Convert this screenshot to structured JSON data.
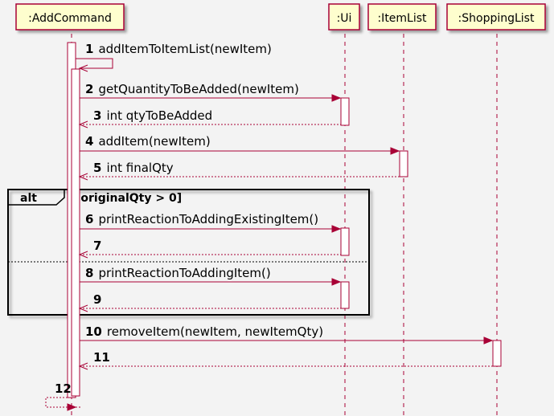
{
  "participants": [
    {
      "id": "add",
      "name": ":AddCommand"
    },
    {
      "id": "ui",
      "name": ":Ui"
    },
    {
      "id": "itemlist",
      "name": ":ItemList"
    },
    {
      "id": "shopping",
      "name": ":ShoppingList"
    }
  ],
  "messages": [
    {
      "num": "1",
      "text": "addItemToItemList(newItem)"
    },
    {
      "num": "2",
      "text": "getQuantityToBeAdded(newItem)"
    },
    {
      "num": "3",
      "text": "int qtyToBeAdded"
    },
    {
      "num": "4",
      "text": "addItem(newItem)"
    },
    {
      "num": "5",
      "text": "int finalQty"
    },
    {
      "num": "6",
      "text": "printReactionToAddingExistingItem()"
    },
    {
      "num": "7",
      "text": ""
    },
    {
      "num": "8",
      "text": "printReactionToAddingItem()"
    },
    {
      "num": "9",
      "text": ""
    },
    {
      "num": "10",
      "text": "removeItem(newItem, newItemQty)"
    },
    {
      "num": "11",
      "text": ""
    },
    {
      "num": "12",
      "text": ""
    }
  ],
  "fragment": {
    "operator": "alt",
    "guard": "[originalQty > 0]"
  },
  "colors": {
    "arrow": "#a80036",
    "participant_fill": "#fefece",
    "participant_border": "#a80036",
    "background": "#f3f3f3",
    "fragment_border": "#000000"
  }
}
